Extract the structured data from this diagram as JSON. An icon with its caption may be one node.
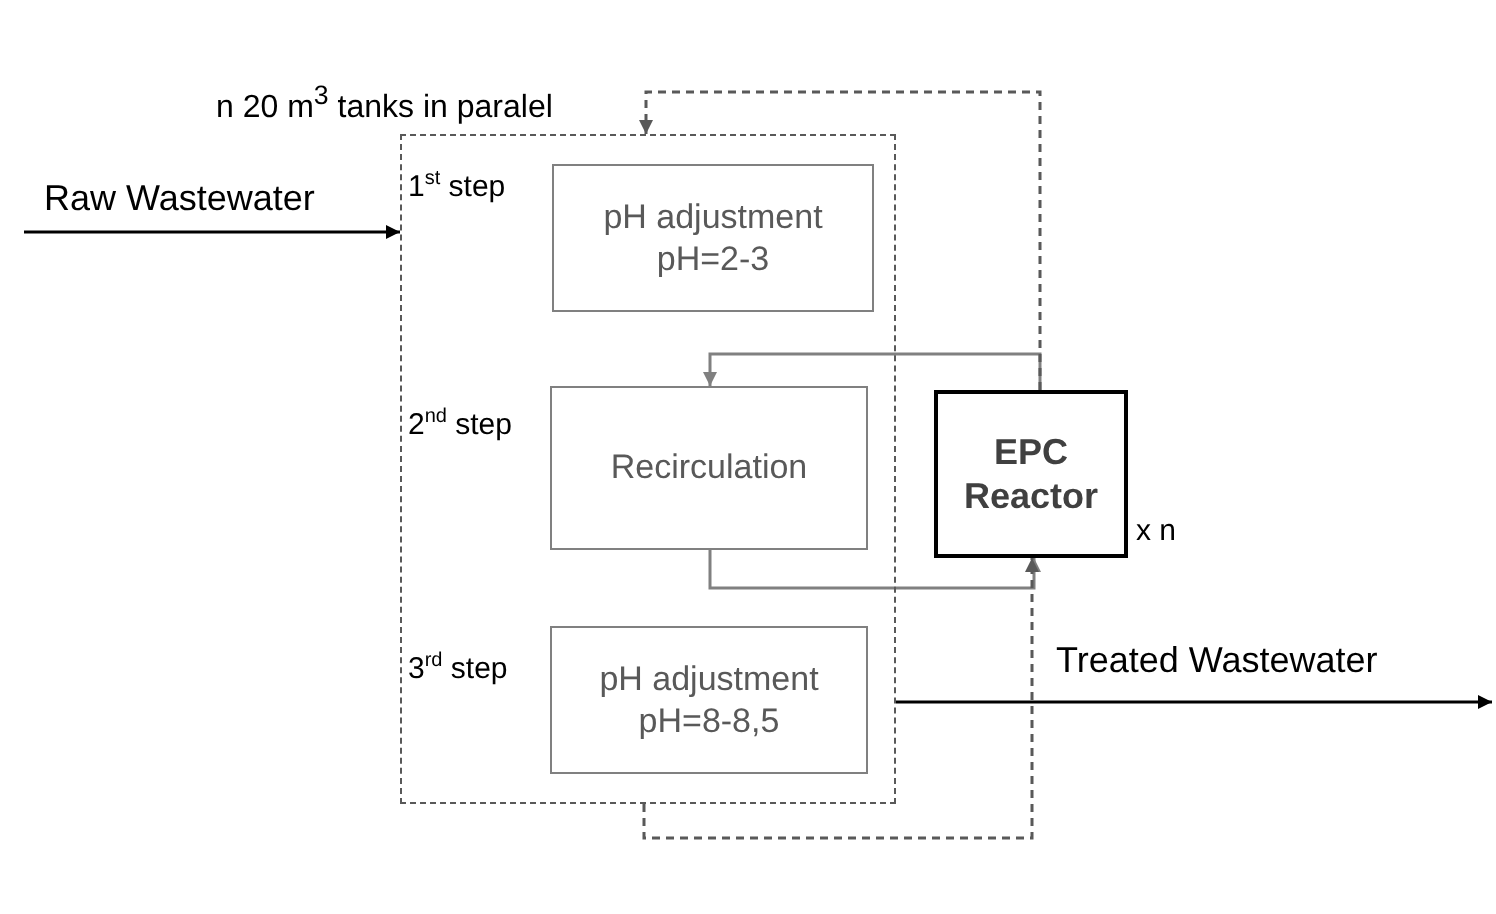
{
  "diagram": {
    "nodes": [
      {
        "text": [
          "n 20 m$^{3}$ tanks in paralel"
        ]
      },
      {
        "text": [
          "pH adjustment pH=2-3"
        ],
        "in": 0,
        "beside": [
          "1$^{st}$ step"
        ]
      },
      {
        "text": [
          "Recirculation"
        ],
        "in": 0,
        "beside": [
          "2$^{nd}$ step"
        ]
      },
      {
        "text": [
          "pH adjustment pH=8-8,5"
        ],
        "in": 0,
        "beside": [
          "3$^{rd}$ step"
        ]
      },
      {
        "text": [
          "EPC Reactor"
        ],
        "beside": [
          "x n"
        ]
      }
    ],
    "edges": [
      {
        "from": null,
        "to": 0,
        "arrow": "to",
        "label": "Raw Wastewater",
        "color": "#000000"
      },
      {
        "from": 0,
        "to": null,
        "arrow": "to",
        "label": "Treated Wastewater",
        "color": "#000000"
      },
      {
        "from": 4,
        "to": 2,
        "arrow": "to",
        "color": "#808080"
      },
      {
        "from": 2,
        "to": 4,
        "arrow": "to",
        "color": "#808080"
      },
      {
        "from": 0,
        "to": 4,
        "arrow": "to",
        "style": "dashed",
        "color": "#595959"
      },
      {
        "from": 4,
        "to": 0,
        "arrow": "to",
        "style": "dashed",
        "color": "#595959"
      }
    ]
  }
}
